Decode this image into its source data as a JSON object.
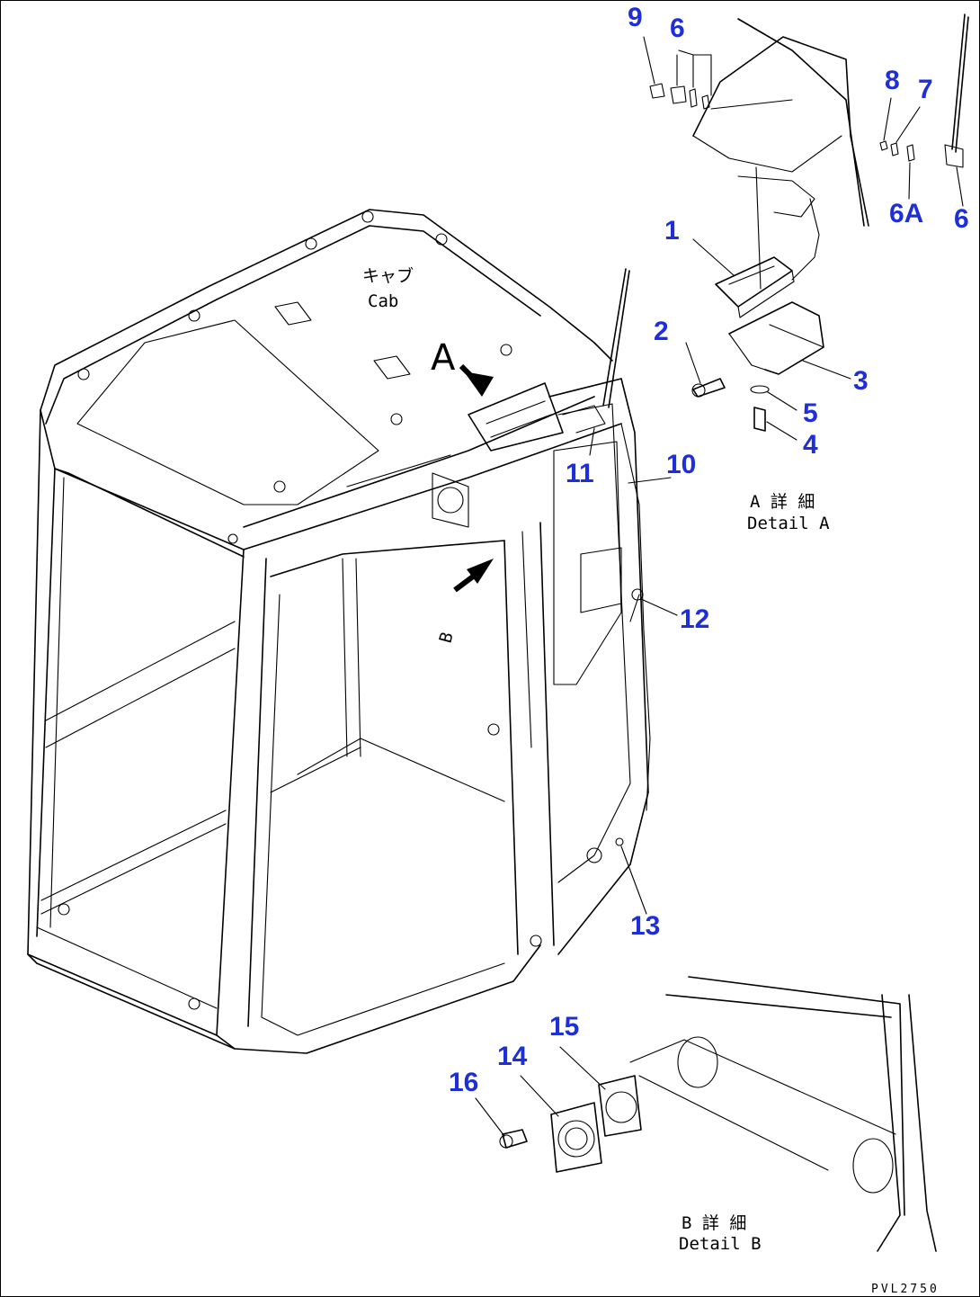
{
  "callouts": {
    "c1": "1",
    "c2": "2",
    "c3": "3",
    "c4": "4",
    "c5": "5",
    "c6a": "6",
    "c6b": "6",
    "c6A": "6A",
    "c7": "7",
    "c8": "8",
    "c9": "9",
    "c10": "10",
    "c11": "11",
    "c12": "12",
    "c13": "13",
    "c14": "14",
    "c15": "15",
    "c16": "16"
  },
  "labels": {
    "cab_jp": "キャブ",
    "cab_en": "Cab",
    "view_a": "A",
    "view_b": "B",
    "detail_a_jp": "A 詳 細",
    "detail_a_en": "Detail A",
    "detail_b_jp": "B 詳 細",
    "detail_b_en": "Detail B",
    "drawing_code": "PVL2750"
  },
  "colors": {
    "callout": "#1f2fd6",
    "line": "#000000",
    "background": "#ffffff"
  }
}
